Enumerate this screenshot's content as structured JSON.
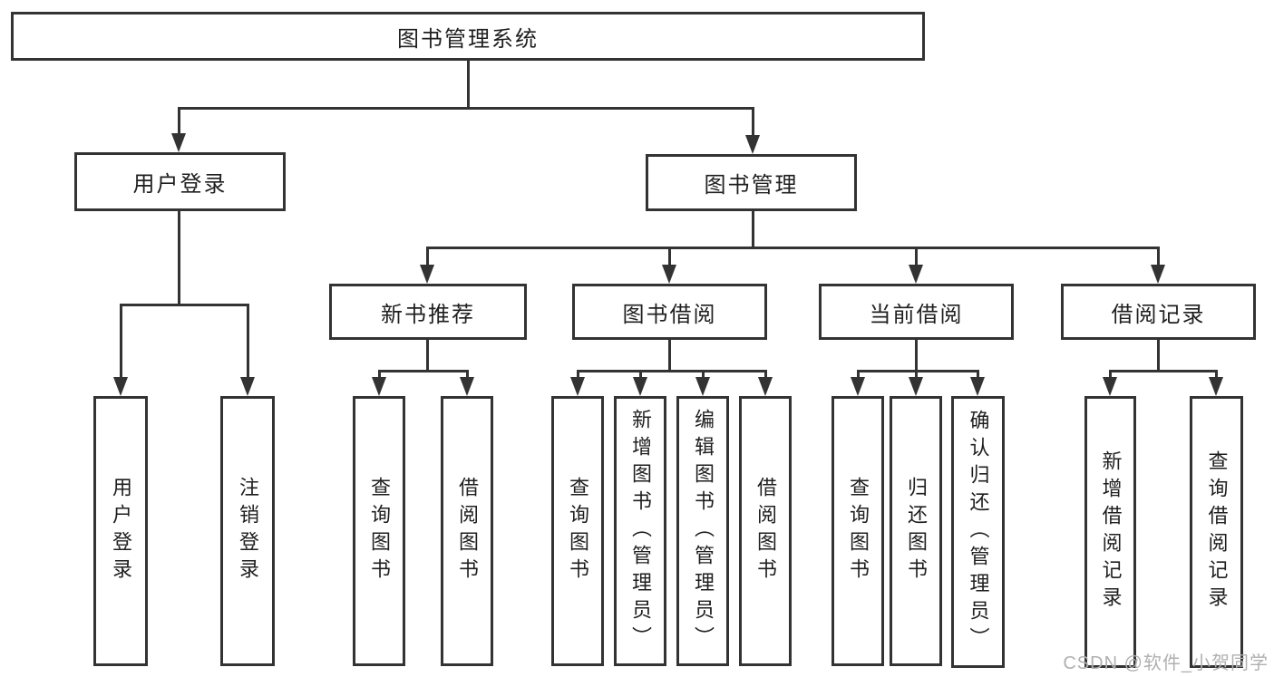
{
  "diagram": {
    "root": {
      "label": "图书管理系统"
    },
    "branches": [
      {
        "label": "用户登录",
        "children": [
          {
            "label": "用户登录"
          },
          {
            "label": "注销登录"
          }
        ]
      },
      {
        "label": "图书管理",
        "children": [
          {
            "label": "新书推荐",
            "children": [
              {
                "label": "查询图书"
              },
              {
                "label": "借阅图书"
              }
            ]
          },
          {
            "label": "图书借阅",
            "children": [
              {
                "label": "查询图书"
              },
              {
                "label": "新增图书（管理员）"
              },
              {
                "label": "编辑图书（管理员）"
              },
              {
                "label": "借阅图书"
              }
            ]
          },
          {
            "label": "当前借阅",
            "children": [
              {
                "label": "查询图书"
              },
              {
                "label": "归还图书"
              },
              {
                "label": "确认归还（管理员）"
              }
            ]
          },
          {
            "label": "借阅记录",
            "children": [
              {
                "label": "新增借阅记录"
              },
              {
                "label": "查询借阅记录"
              }
            ]
          }
        ]
      }
    ]
  },
  "watermark": {
    "text": "CSDN @软件_小贺同学"
  },
  "colors": {
    "line": "#333333",
    "box_border": "#333333",
    "box_fill": "#ffffff",
    "text": "#1f1f1f",
    "watermark": "#b0b0b0",
    "background": "#ffffff"
  }
}
